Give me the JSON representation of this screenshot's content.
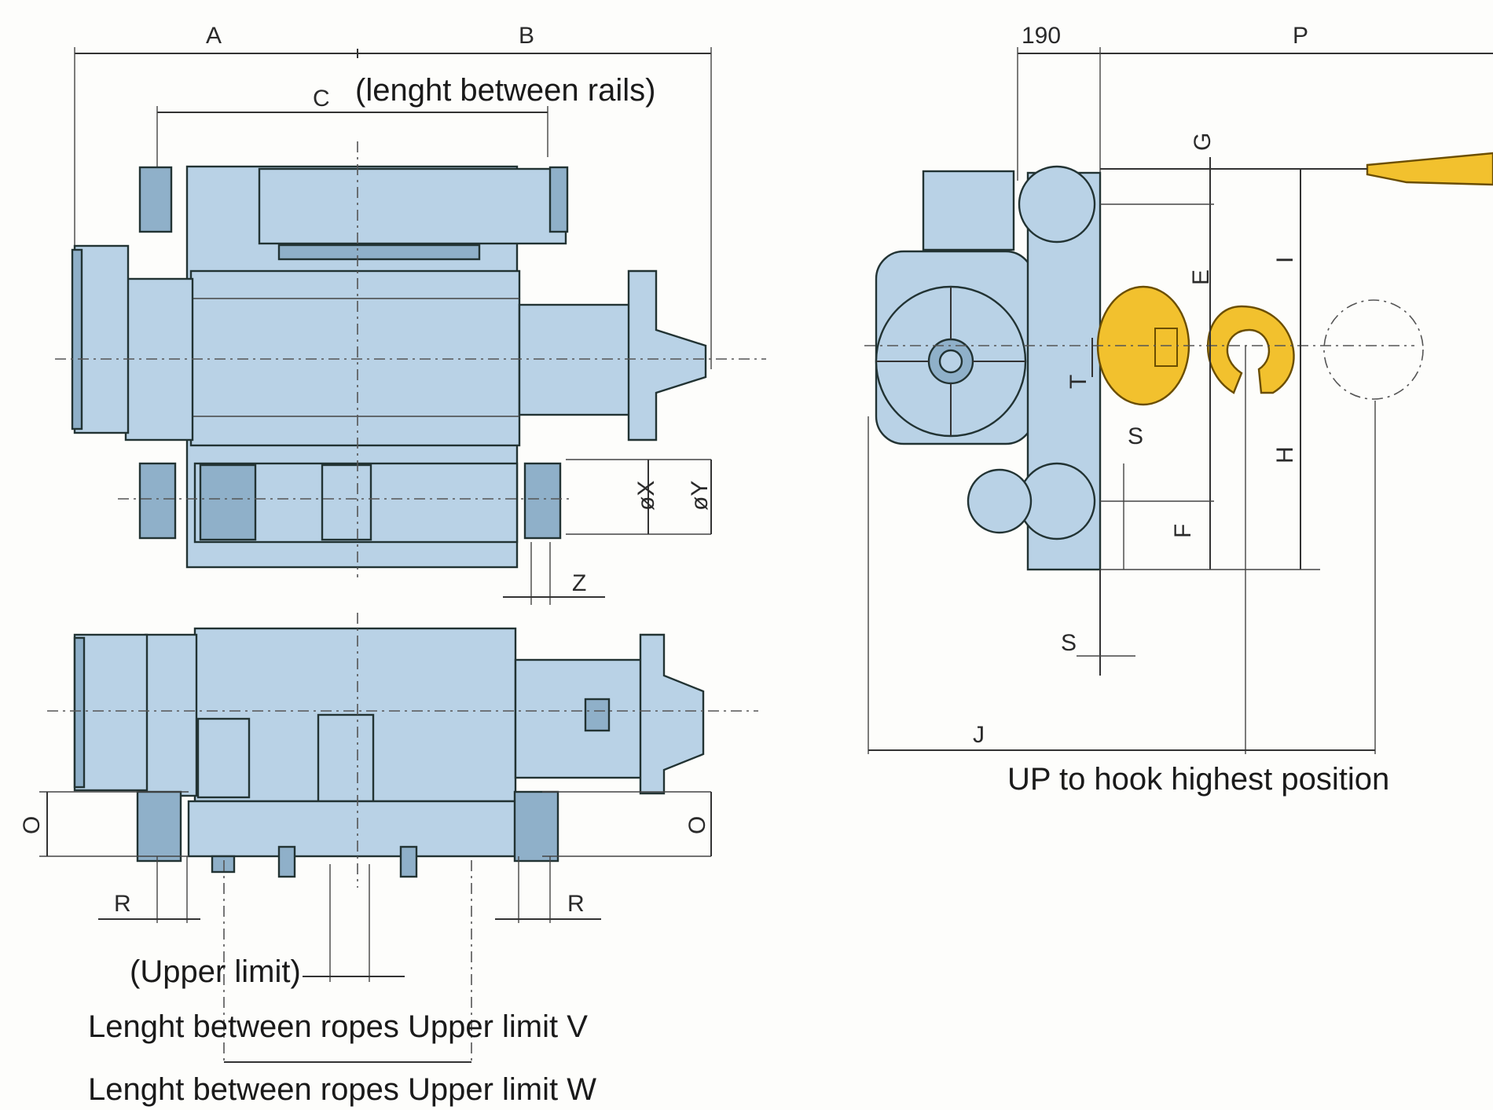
{
  "dimensions": {
    "A": "A",
    "B": "B",
    "C": "C",
    "P": "P",
    "dim_190": "190",
    "G": "G",
    "E": "E",
    "I": "I",
    "T": "T",
    "S_top": "S",
    "S_bottom": "S",
    "H": "H",
    "F": "F",
    "J": "J",
    "Z": "Z",
    "X": "øX",
    "Y": "øY",
    "O_left": "O",
    "O_right": "O",
    "R_left": "R",
    "R_right": "R"
  },
  "captions": {
    "rails": "(lenght between rails)",
    "hook": "UP to hook highest position",
    "upper_limit": "(Upper limit)",
    "ropes_v": "Lenght between ropes Upper limit V",
    "ropes_w": "Lenght between ropes Upper limit W"
  },
  "colors": {
    "body": "#b9d2e6",
    "hook": "#f2c12e",
    "lines": "#333333"
  }
}
